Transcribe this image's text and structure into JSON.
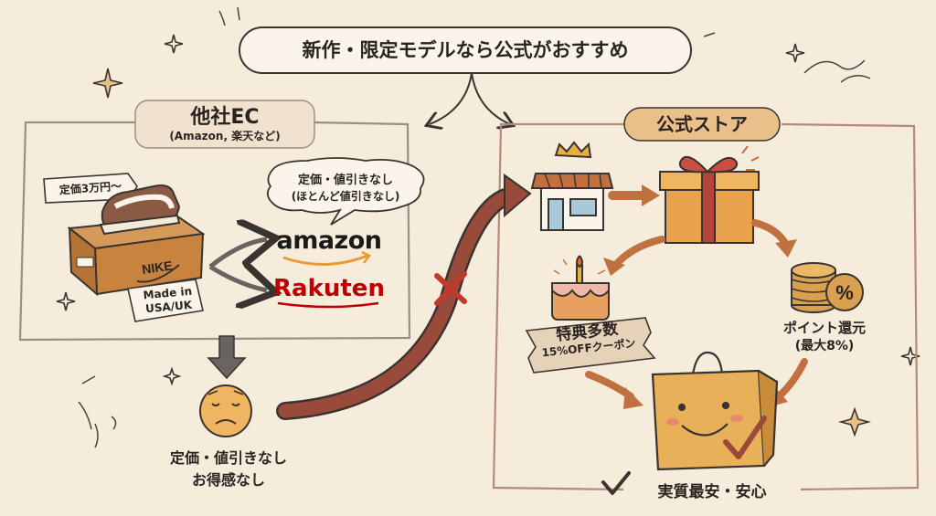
{
  "title": "新作・限定モデルなら公式がおすすめ",
  "left_panel": {
    "title": "他社EC",
    "subtitle": "(Amazon, 楽天など)",
    "price_tag": "定価3万円〜",
    "made_in_tag": [
      "Made in",
      "USA/UK"
    ],
    "box_brand": "NIKE",
    "speech_bubble": [
      "定価・値引きなし",
      "(ほとんど値引きなし)"
    ],
    "stores": [
      "amazon",
      "Rakuten"
    ],
    "result": [
      "定価・値引きなし",
      "お得感なし"
    ]
  },
  "right_panel": {
    "title": "公式ストア",
    "coupon": [
      "特典多数",
      "15%OFFクーポン"
    ],
    "points": [
      "ポイント還元",
      "(最大8%)"
    ],
    "points_symbol": "%",
    "result": "実質最安・安心"
  },
  "colors": {
    "background": "#f6ecdc",
    "arrow": "#c1713f",
    "big_arrow": "#9a4a3a",
    "frame": "#b58a7a",
    "cross": "#c0392b",
    "rakuten": "#bf0000",
    "title_pill": "#e9c08a"
  },
  "icons": [
    "sneaker-icon",
    "shoebox-icon",
    "sad-face-icon",
    "store-icon",
    "gift-icon",
    "cake-icon",
    "coins-icon",
    "shopping-bag-icon",
    "check-icon",
    "cross-icon"
  ]
}
